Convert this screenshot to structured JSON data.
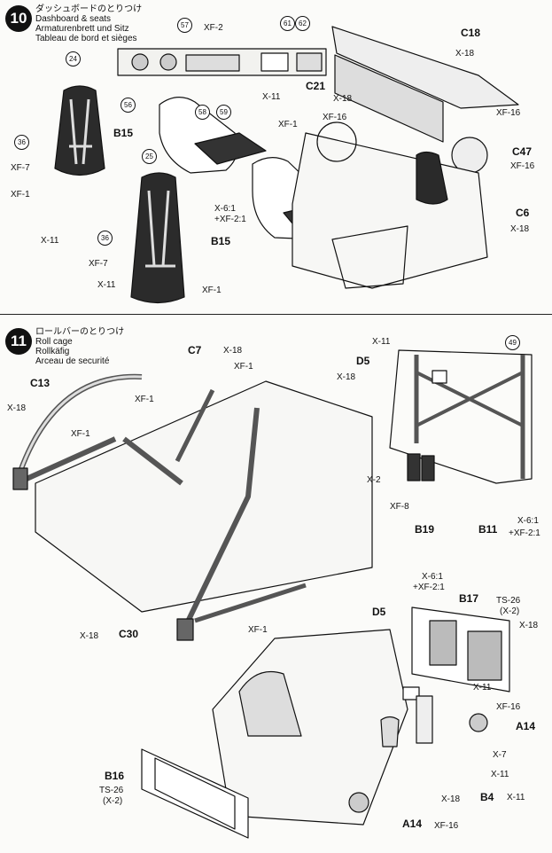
{
  "step10": {
    "number": "10",
    "title_jp": "ダッシュボードのとりつけ",
    "title_en": "Dashboard & seats",
    "title_de": "Armaturenbrett und Sitz",
    "title_fr": "Tableau de bord et sièges"
  },
  "step11": {
    "number": "11",
    "title_jp": "ロールバーのとりつけ",
    "title_en": "Roll cage",
    "title_de": "Rollkäfig",
    "title_fr": "Arceau de securité"
  },
  "labels10": {
    "c57": "57",
    "c56": "56",
    "c58": "58",
    "c59": "59",
    "c61": "61",
    "c62": "62",
    "c24": "24",
    "c36a": "36",
    "c25": "25",
    "c36b": "36",
    "xf2": "XF-2",
    "x11a": "X-11",
    "c18": "C18",
    "x18a": "X-18",
    "c21": "C21",
    "x18b": "X-18",
    "xf16a": "XF-16",
    "xf16b": "XF-16",
    "xf1a": "XF-1",
    "b15a": "B15",
    "c47": "C47",
    "xf16c": "XF-16",
    "xf7a": "XF-7",
    "xf1b": "XF-1",
    "x11b": "X-11",
    "x61": "X-6:1",
    "xf21": "+XF-2:1",
    "c6": "C6",
    "x18c": "X-18",
    "b15b": "B15",
    "xf7b": "XF-7",
    "x11c": "X-11",
    "xf1c": "XF-1"
  },
  "labels11": {
    "c7": "C7",
    "x18a": "X-18",
    "xf1a": "XF-1",
    "x11a": "X-11",
    "c49": "49",
    "c13": "C13",
    "xf1b": "XF-1",
    "x18b": "X-18",
    "x18c": "X-18",
    "d5a": "D5",
    "xf1c": "XF-1",
    "x2": "X-2",
    "xf8": "XF-8",
    "b19": "B19",
    "b11": "B11",
    "x61a": "X-6:1",
    "xf21a": "+XF-2:1",
    "x18d": "X-18",
    "c30": "C30",
    "xf1d": "XF-1",
    "x61b": "X-6:1",
    "xf21b": "+XF-2:1",
    "d5b": "D5",
    "b17": "B17",
    "ts26a": "TS-26",
    "x2a": "(X-2)",
    "x18e": "X-18",
    "x11b": "X-11",
    "xf16": "XF-16",
    "a14a": "A14",
    "x7": "X-7",
    "x11c": "X-11",
    "b16": "B16",
    "ts26b": "TS-26",
    "x2b": "(X-2)",
    "x18f": "X-18",
    "b4": "B4",
    "x11d": "X-11",
    "a14b": "A14",
    "xf16b": "XF-16"
  }
}
